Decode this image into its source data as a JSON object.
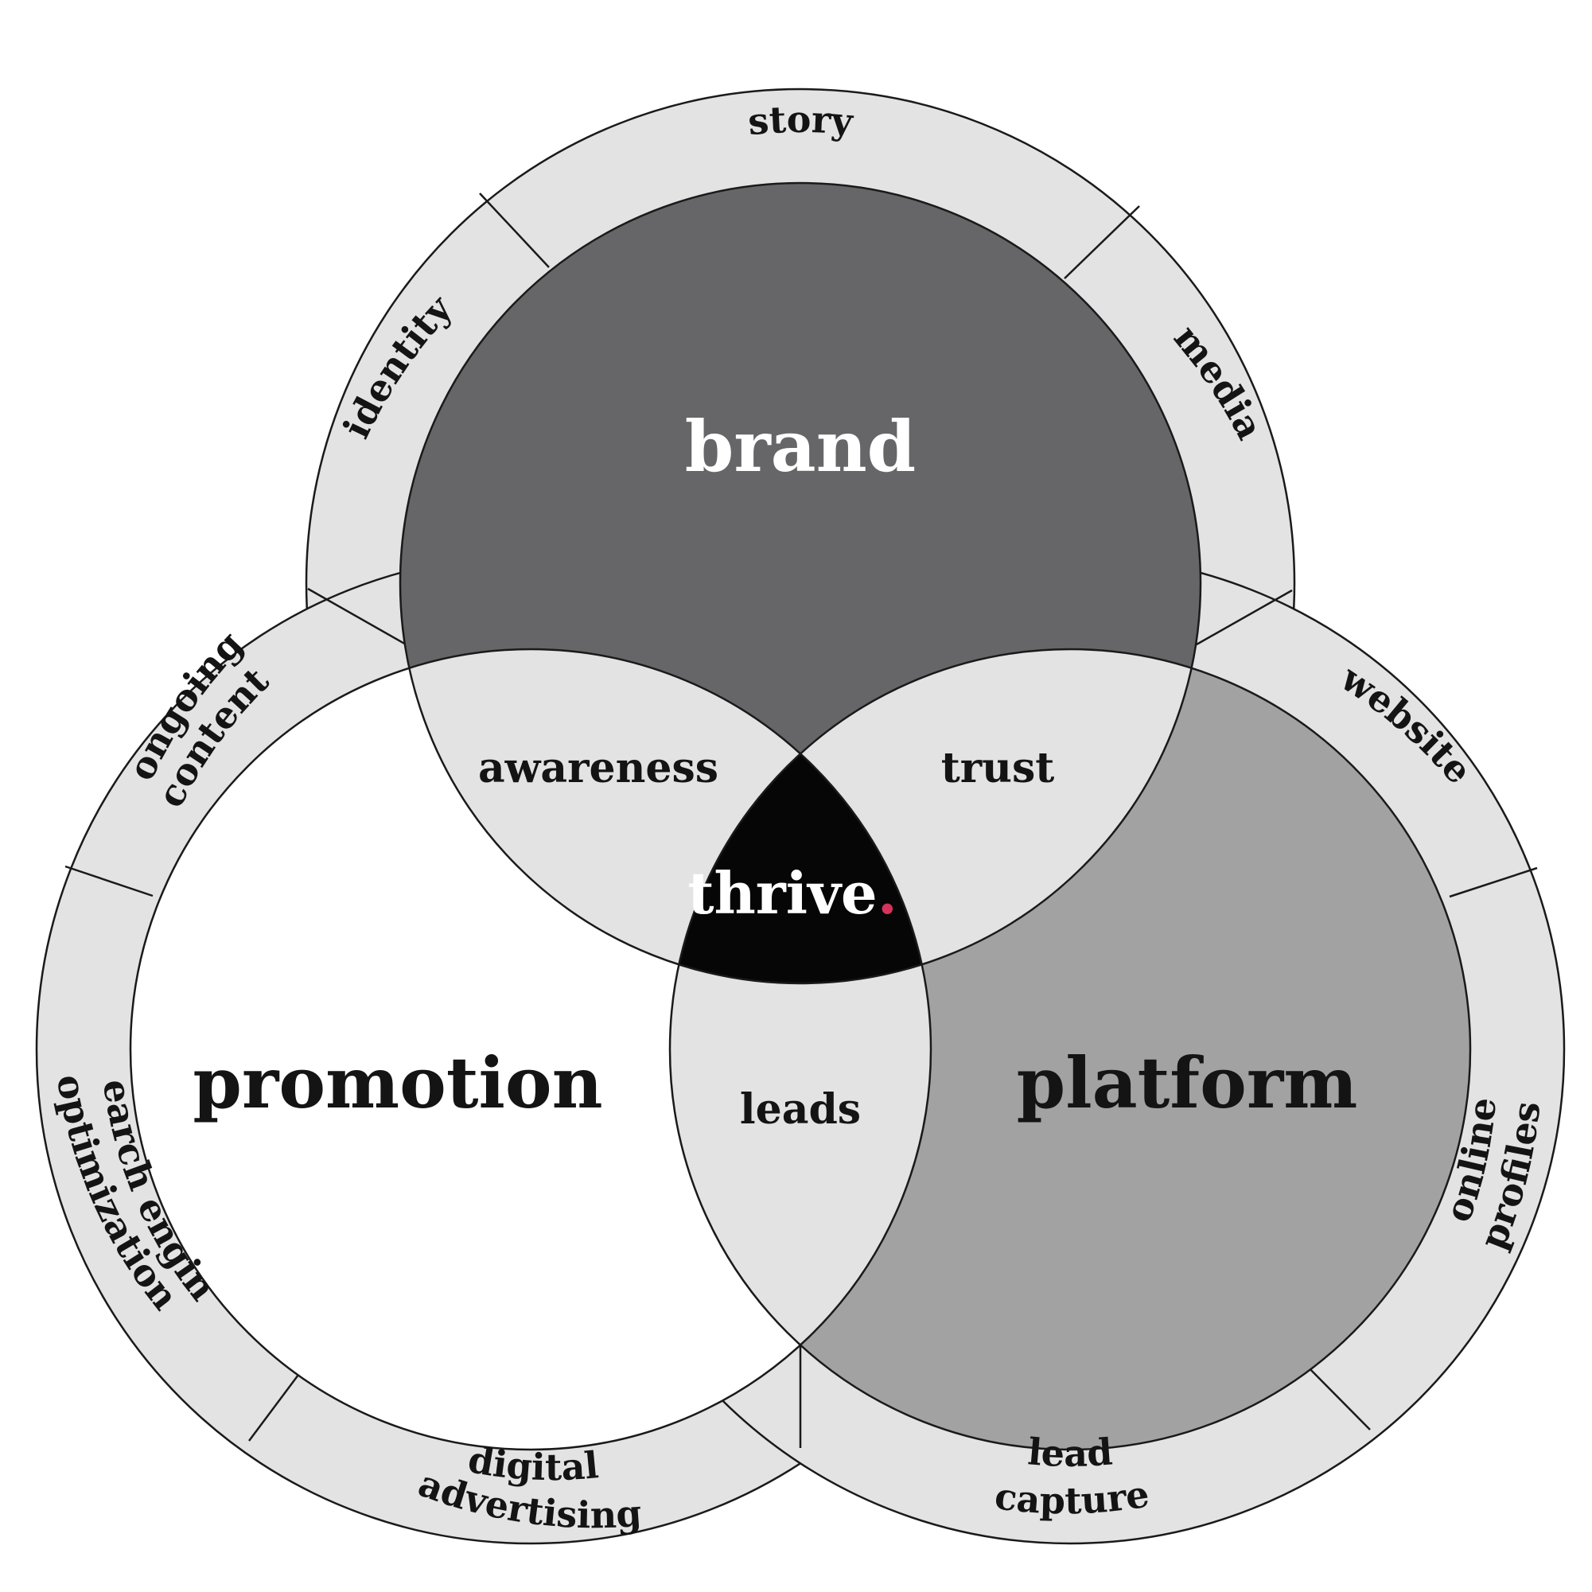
{
  "circles": {
    "brand": {
      "title": "brand",
      "fill": "#666668",
      "text_color": "#ffffff"
    },
    "promotion": {
      "title": "promotion",
      "fill": "#ffffff",
      "text_color": "#141414"
    },
    "platform": {
      "title": "platform",
      "fill": "#a2a2a2",
      "text_color": "#141414"
    }
  },
  "intersections": {
    "awareness": "awareness",
    "trust": "trust",
    "leads": "leads"
  },
  "center": {
    "word": "thrive",
    "dot": ".",
    "fill": "#060606",
    "text_color": "#ffffff",
    "dot_color": "#d6335c"
  },
  "ring": {
    "fill": "#e3e3e3",
    "stroke": "#1a1a1a"
  },
  "ring_labels": {
    "story": "story",
    "identity": "identity",
    "media": "media",
    "ongoing": "ongoing",
    "content": "content",
    "search_engine": "search engine",
    "optimization": "optimization",
    "digital": "digital",
    "advertising": "advertising",
    "website": "website",
    "online": "online",
    "profiles": "profiles",
    "lead": "lead",
    "capture": "capture"
  }
}
